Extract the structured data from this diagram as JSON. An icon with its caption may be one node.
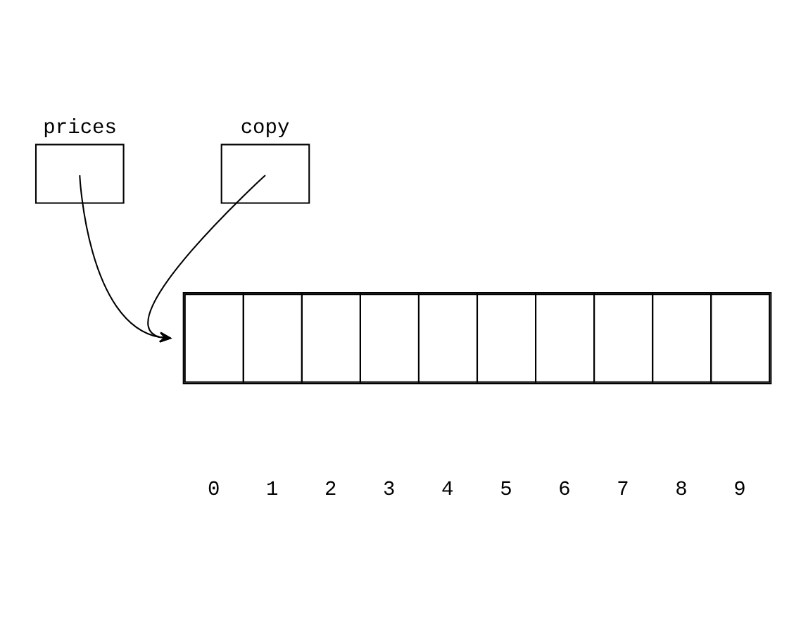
{
  "diagram": {
    "nodes": [
      {
        "text": [
          "prices"
        ]
      },
      {
        "text": [
          "copy"
        ]
      },
      {
        "text": [],
        "shape": "box"
      }
    ],
    "edges": [
      {
        "from": 0,
        "to": 2,
        "arrow": "to"
      },
      {
        "from": 1,
        "to": 2,
        "arrow": "to"
      }
    ],
    "labels": [
      "0",
      "1",
      "2",
      "3",
      "4",
      "5",
      "6",
      "7",
      "8",
      "9"
    ]
  }
}
